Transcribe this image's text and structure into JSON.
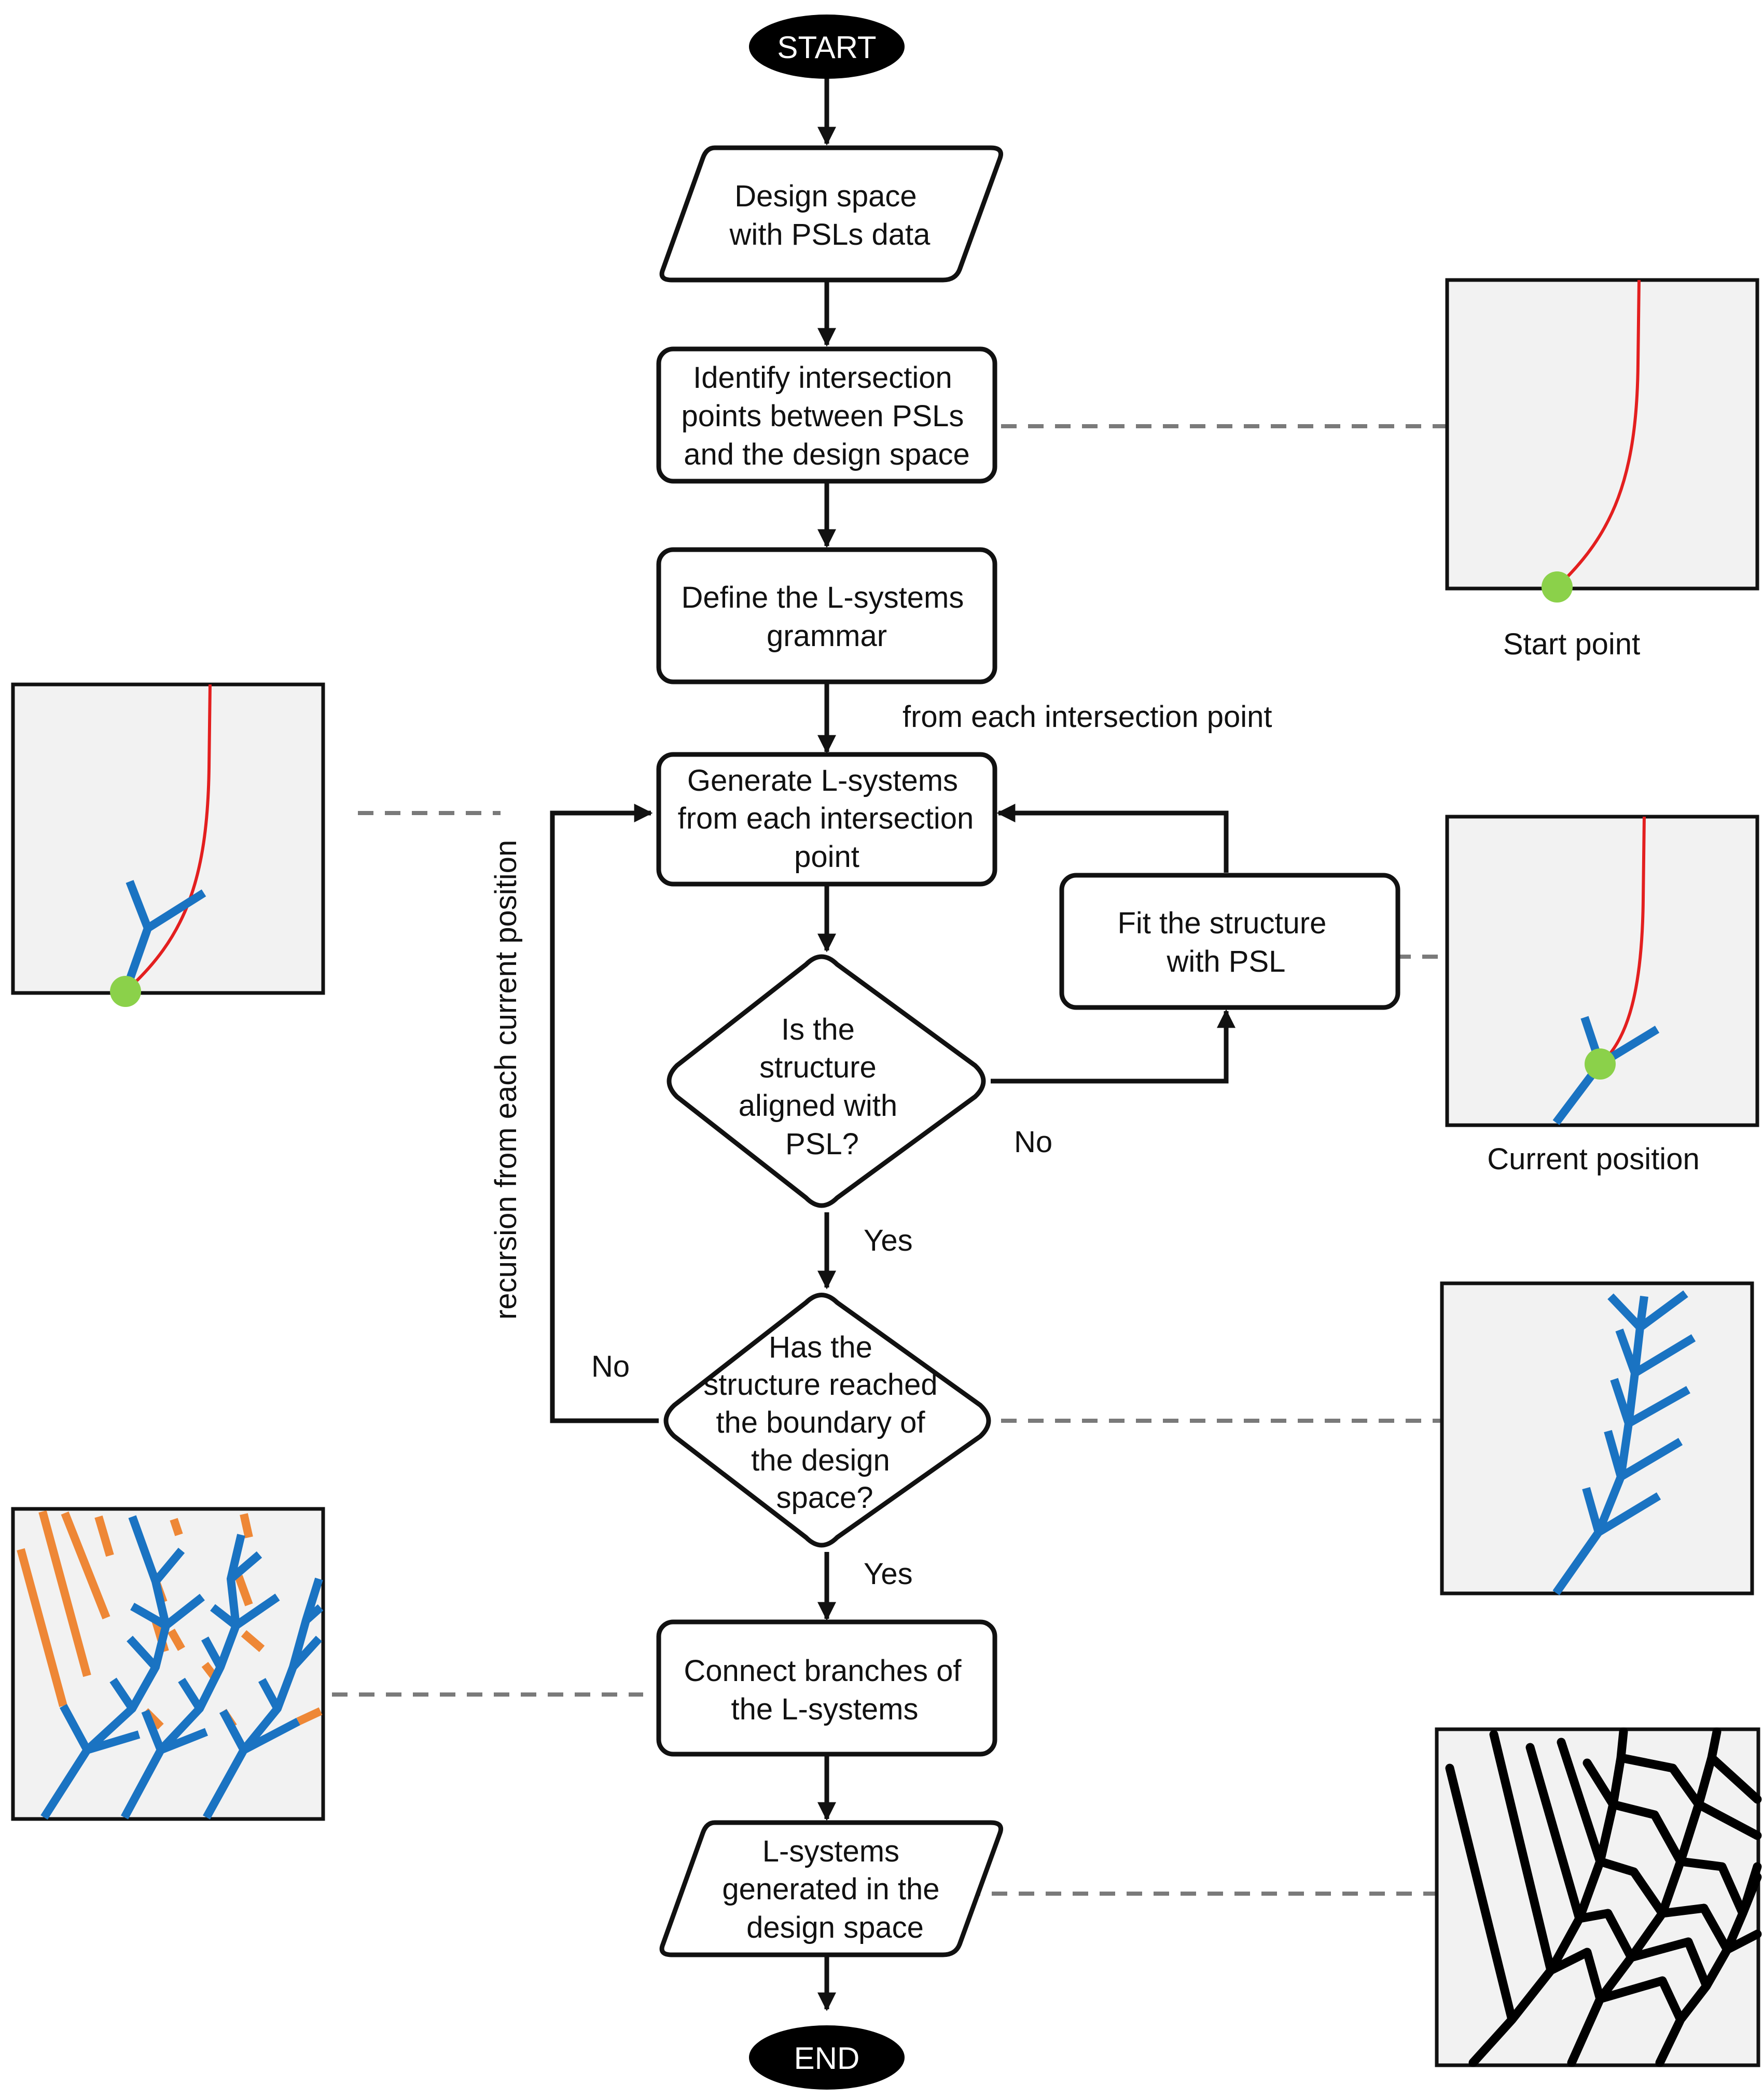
{
  "nodes": {
    "start": "START",
    "design_space": [
      "Design space",
      "with PSLs data"
    ],
    "identify": [
      "Identify intersection",
      "points between PSLs",
      "and the design space"
    ],
    "define": [
      "Define the L-systems",
      "grammar"
    ],
    "generate": [
      "Generate L-systems",
      "from each intersection",
      "point"
    ],
    "fit": [
      "Fit the structure",
      "with PSL"
    ],
    "aligned": [
      "Is the",
      "structure",
      "aligned with",
      "PSL?"
    ],
    "boundary": [
      "Has the",
      "structure reached",
      "the boundary of",
      "the design",
      "space?"
    ],
    "connect": [
      "Connect branches of",
      "the L-systems"
    ],
    "generated": [
      "L-systems",
      "generated in the",
      "design space"
    ],
    "end": "END"
  },
  "edge_labels": {
    "from_each": "from each intersection point",
    "recursion": "recursion from each current position",
    "aligned_no": "No",
    "aligned_yes": "Yes",
    "boundary_no": "No",
    "boundary_yes": "Yes"
  },
  "panel_captions": {
    "start_point": "Start point",
    "current_position": "Current position"
  },
  "colors": {
    "psl": "#e31f1f",
    "branch": "#1a73c2",
    "connector": "#ee8736",
    "point": "#8bd14a",
    "panel_bg": "#f2f2f2",
    "dash": "#7a7a7a"
  }
}
